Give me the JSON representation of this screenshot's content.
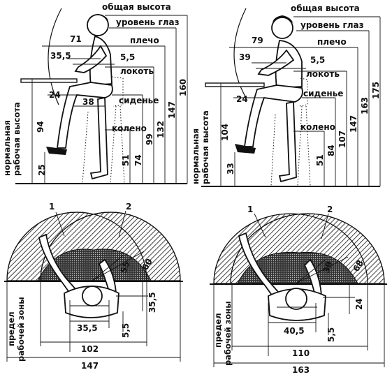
{
  "labels": {
    "total_height": "общая высота",
    "eye_level": "уровень глаз",
    "shoulder": "плечо",
    "elbow": "локоть",
    "seat": "сиденье",
    "knee": "колено",
    "work_height_line1": "нормальная",
    "work_height_line2": "рабочая высота",
    "zone_limit_line1": "предел",
    "zone_limit_line2": "рабочей зоны"
  },
  "side_left": {
    "reach_eye": "71",
    "reach_shoulder": "35,5",
    "elbow_offset": "5,5",
    "forearm": "24",
    "thigh": "38",
    "work_height": "94",
    "footrest": "25",
    "knee_h": "51",
    "seat_h": "74",
    "elbow_h": "99",
    "shoulder_h": "132",
    "eye_h": "147",
    "total_h": "160"
  },
  "side_right": {
    "reach_eye": "79",
    "reach_shoulder": "39",
    "elbow_offset": "5,5",
    "forearm": "24",
    "work_height": "104",
    "footrest": "33",
    "knee_h": "51",
    "seat_h": "84",
    "elbow_h": "107",
    "shoulder_h": "147",
    "eye_h": "163",
    "total_h": "175"
  },
  "top_left": {
    "zone1": "1",
    "zone2": "2",
    "radius_inner": "55",
    "radius_outer": "60",
    "depth": "35,5",
    "elbow_span": "35,5",
    "elbow_offset": "5,5",
    "inner_width": "102",
    "outer_width": "147"
  },
  "top_right": {
    "zone1": "1",
    "zone2": "2",
    "radius_inner": "39",
    "radius_outer": "68",
    "depth": "24",
    "elbow_span": "40,5",
    "elbow_offset": "5,5",
    "inner_width": "110",
    "outer_width": "163"
  }
}
